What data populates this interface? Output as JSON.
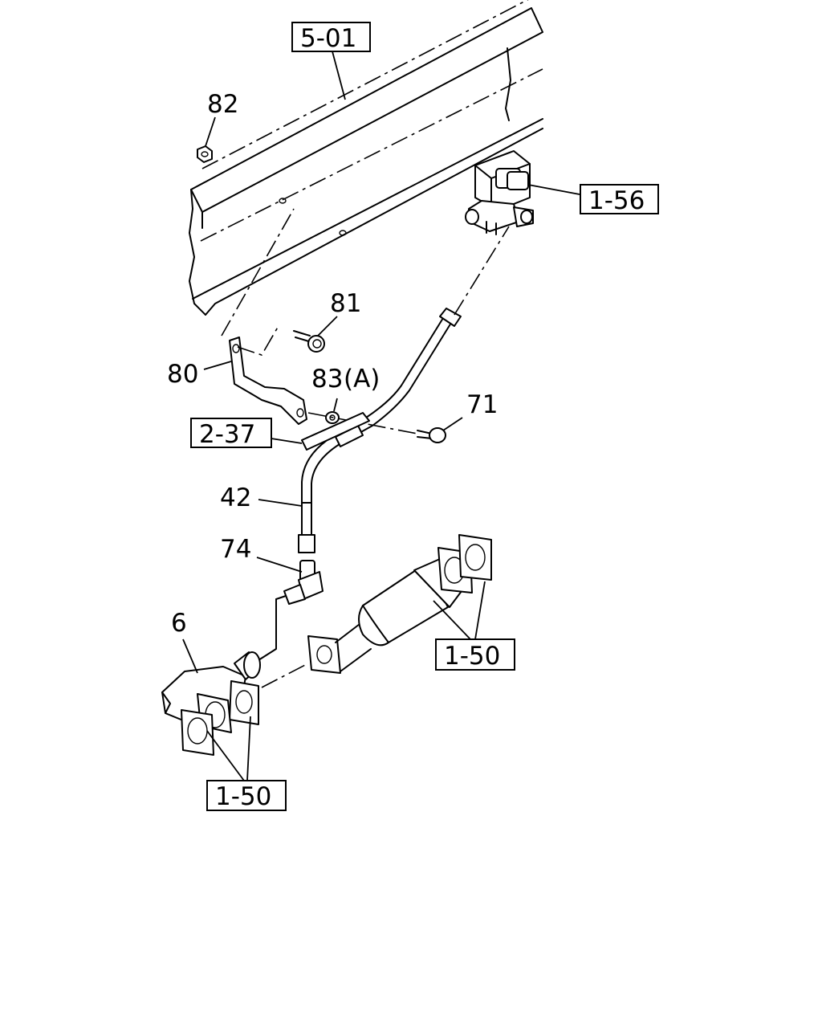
{
  "callouts": {
    "n82": "82",
    "n81": "81",
    "n80": "80",
    "n83": "83",
    "n83_suffix": "(A)",
    "n71": "71",
    "n42": "42",
    "n74": "74",
    "n6": "6"
  },
  "reference_boxes": {
    "r501": "5-01",
    "r156": "1-56",
    "r237": "2-37",
    "r150_right": "1-50",
    "r150_bottom": "1-50"
  }
}
